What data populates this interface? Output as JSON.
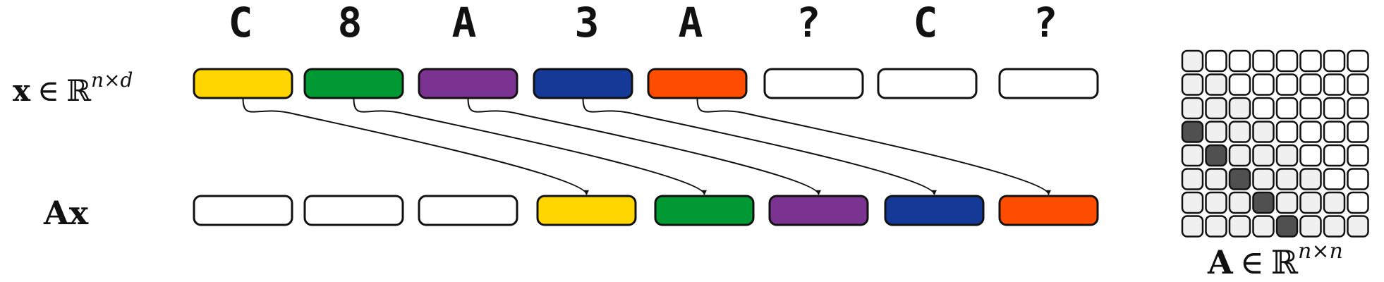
{
  "tokens": [
    "C",
    "8",
    "A",
    "3",
    "A",
    "?",
    "C",
    "?"
  ],
  "row_x": {
    "label": {
      "symbol": "x",
      "relation": "∈",
      "field": "ℝ",
      "exponent": "n×d"
    },
    "fills": [
      "#FFD600",
      "#009933",
      "#7A3390",
      "#143996",
      "#FF4D00",
      "#FFFFFF",
      "#FFFFFF",
      "#FFFFFF"
    ]
  },
  "row_ax": {
    "label": {
      "text": "Ax"
    },
    "fills": [
      "#FFFFFF",
      "#FFFFFF",
      "#FFFFFF",
      "#FFD600",
      "#009933",
      "#7A3390",
      "#143996",
      "#FF4D00"
    ]
  },
  "shift_arrows": [
    [
      0,
      3
    ],
    [
      1,
      4
    ],
    [
      2,
      5
    ],
    [
      3,
      6
    ],
    [
      4,
      7
    ]
  ],
  "matrix": {
    "size": 8,
    "label": {
      "symbol": "A",
      "relation": "∈",
      "field": "ℝ",
      "exponent": "n×n"
    },
    "colors": {
      "upper": "#FFFFFF",
      "lower": "#F0F0F0",
      "active": "#505050"
    },
    "active_cells": [
      [
        3,
        0
      ],
      [
        4,
        1
      ],
      [
        5,
        2
      ],
      [
        6,
        3
      ],
      [
        7,
        4
      ]
    ]
  }
}
